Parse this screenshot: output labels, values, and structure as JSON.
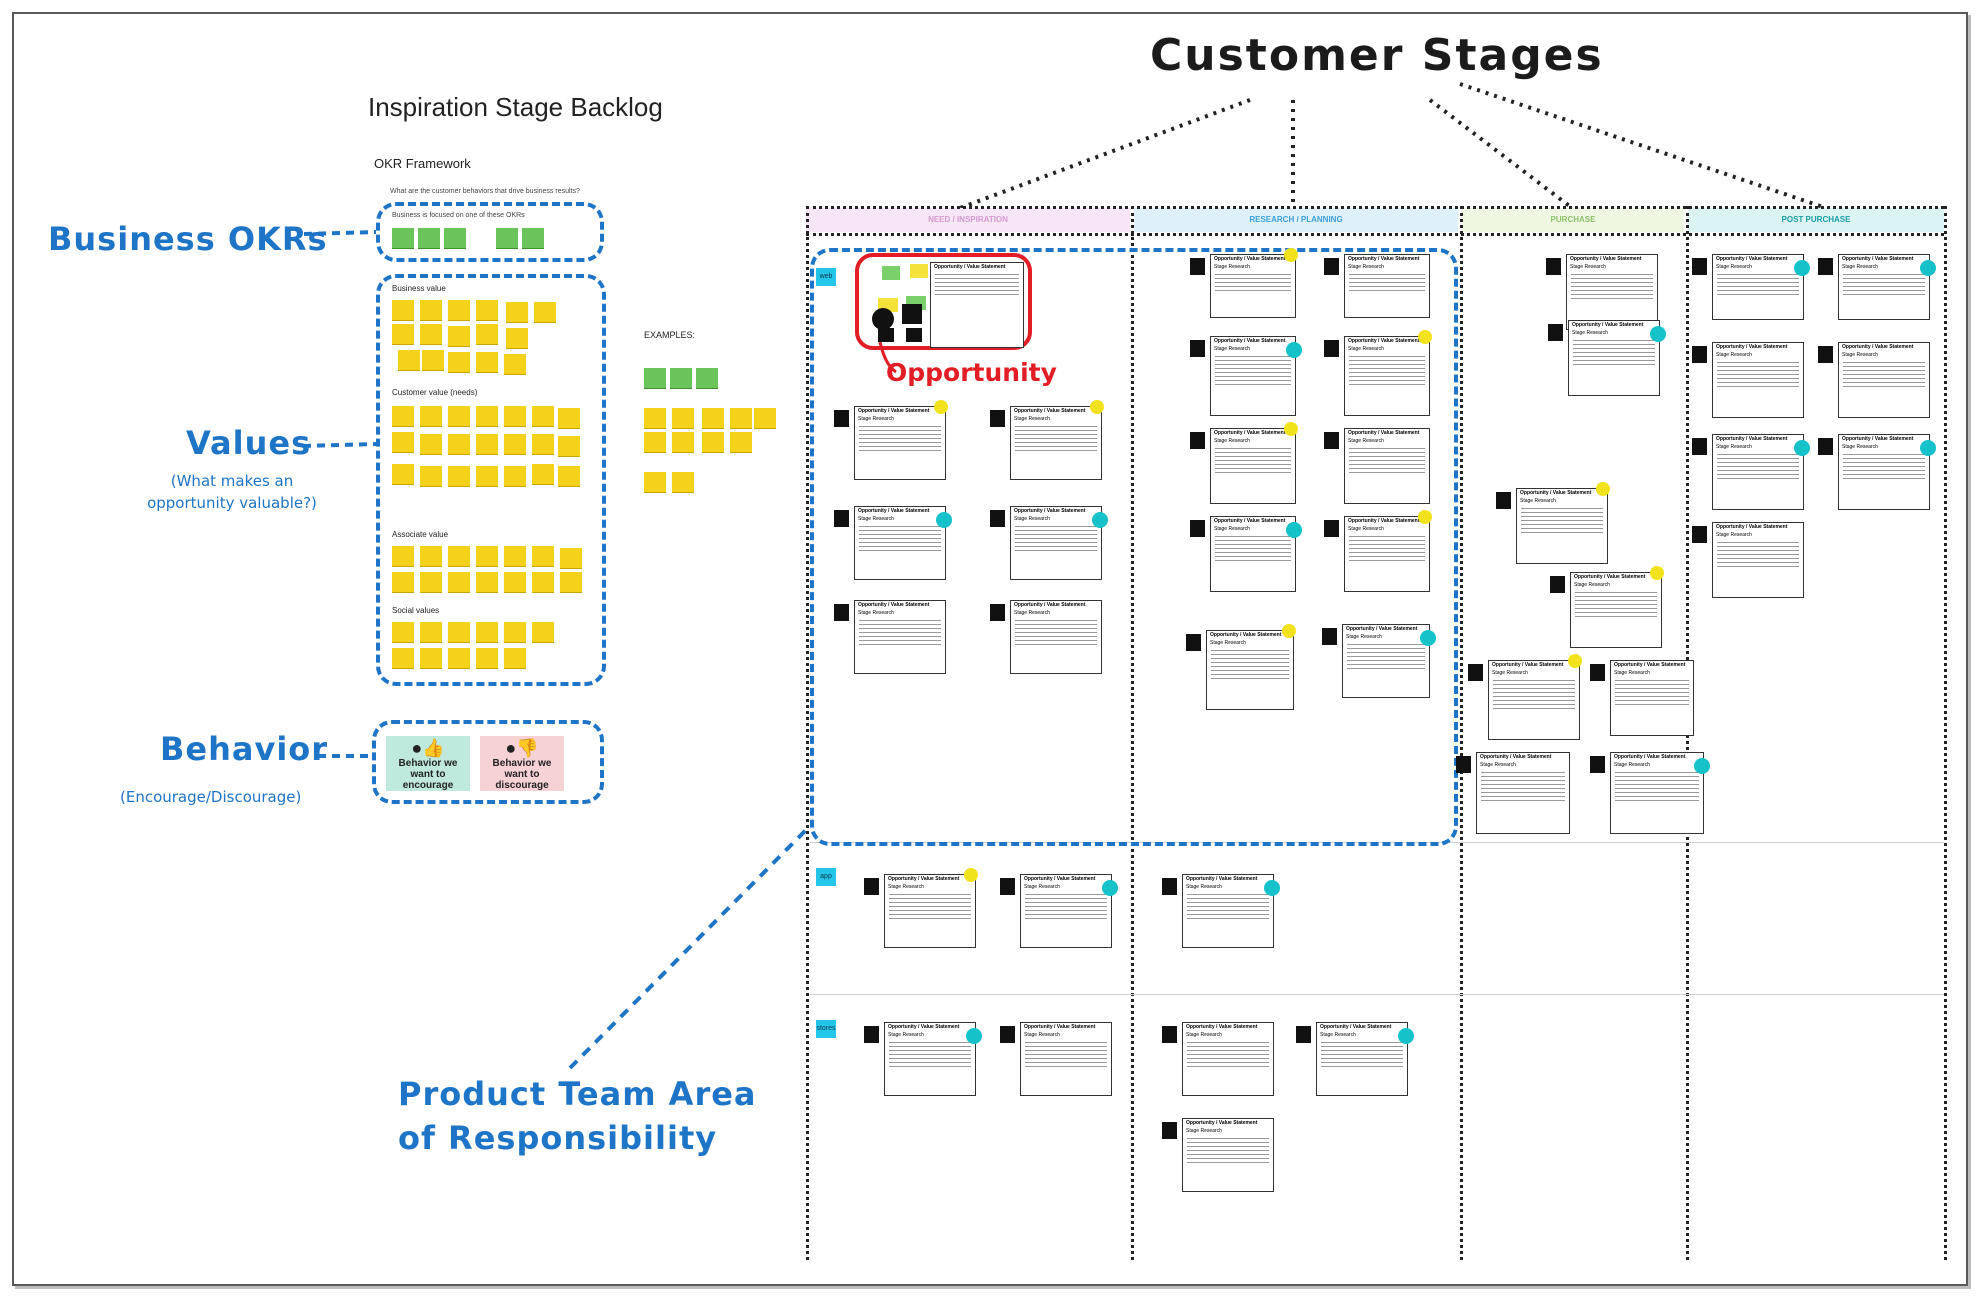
{
  "title": "Customer Stages",
  "backlog": {
    "title": "Inspiration Stage Backlog",
    "subtitle": "OKR Framework",
    "question": "What are the customer behaviors that drive business results?",
    "okr_note": "Business is focused on one of these OKRs",
    "business_value": "Business value",
    "customer_value": "Customer value (needs)",
    "associate_value": "Associate value",
    "social_values": "Social values",
    "examples": "EXAMPLES:"
  },
  "annotations": {
    "business_okrs": "Business OKRs",
    "values": "Values",
    "values_sub": "(What makes an opportunity valuable?)",
    "behavior": "Behavior",
    "behavior_sub": "(Encourage/Discourage)",
    "product_team": "Product Team Area of Responsibility",
    "opportunity": "Opportunity"
  },
  "behavior_cards": {
    "encourage": "Behavior we want to encourage",
    "discourage": "Behavior we want to discourage"
  },
  "stages": [
    "NEED / INSPIRATION",
    "RESEARCH / PLANNING",
    "PURCHASE",
    "POST PURCHASE"
  ],
  "teams": [
    "web",
    "app",
    "stores"
  ],
  "card": {
    "title": "Opportunity / Value Statement",
    "stage_label": "Stage",
    "research_label": "Research"
  },
  "colors": {
    "accent_blue": "#1e74c6",
    "opportunity_red": "#e21d25",
    "sticky_yellow": "#f5d21a",
    "sticky_green": "#6bc45a",
    "stage_need": "#f7e6f5",
    "stage_research": "#e0f0fb",
    "stage_purchase": "#eef7e2",
    "stage_post": "#dcf3f3"
  }
}
